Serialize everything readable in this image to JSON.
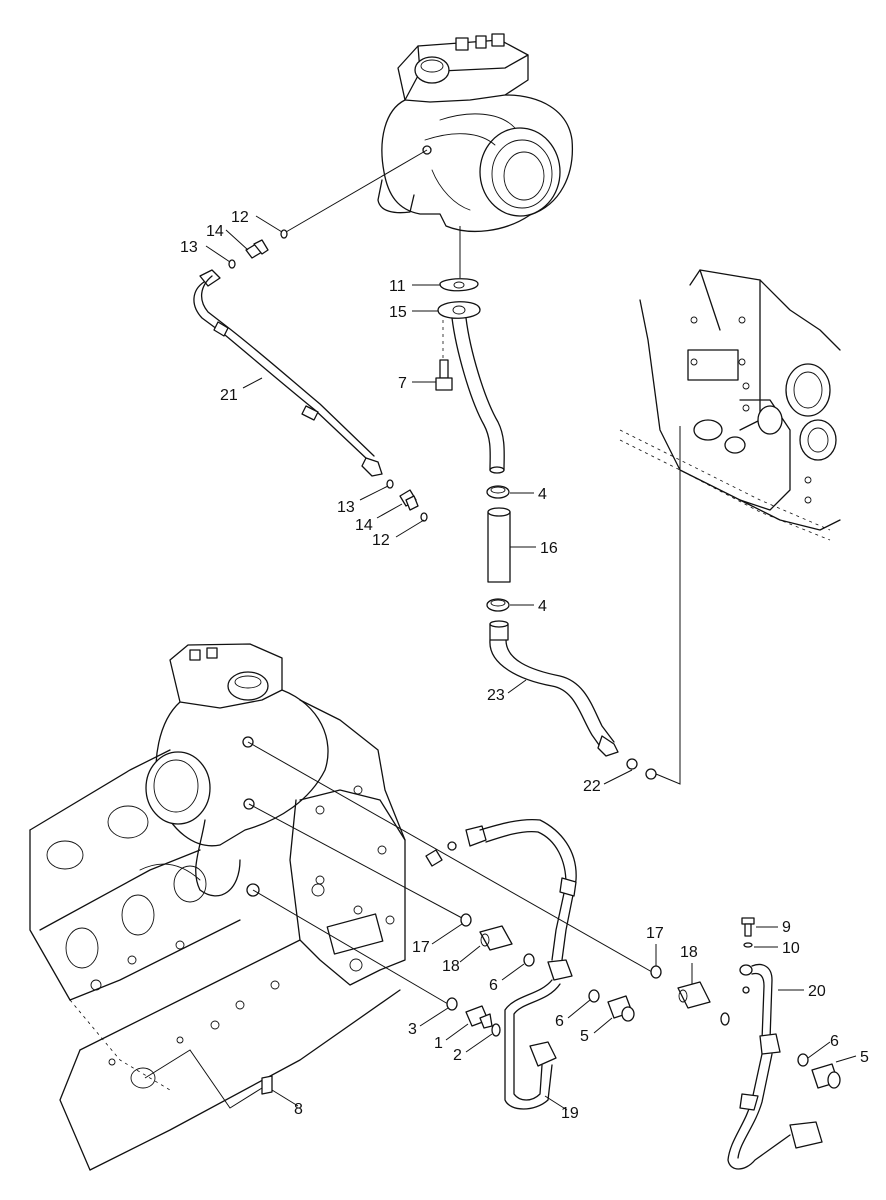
{
  "diagram": {
    "callouts": [
      {
        "id": "c1",
        "text": "1"
      },
      {
        "id": "c2",
        "text": "2"
      },
      {
        "id": "c3",
        "text": "3"
      },
      {
        "id": "c4a",
        "text": "4"
      },
      {
        "id": "c4b",
        "text": "4"
      },
      {
        "id": "c5a",
        "text": "5"
      },
      {
        "id": "c5b",
        "text": "5"
      },
      {
        "id": "c6a",
        "text": "6"
      },
      {
        "id": "c6b",
        "text": "6"
      },
      {
        "id": "c6c",
        "text": "6"
      },
      {
        "id": "c7",
        "text": "7"
      },
      {
        "id": "c8",
        "text": "8"
      },
      {
        "id": "c9",
        "text": "9"
      },
      {
        "id": "c10",
        "text": "10"
      },
      {
        "id": "c11",
        "text": "11"
      },
      {
        "id": "c12a",
        "text": "12"
      },
      {
        "id": "c12b",
        "text": "12"
      },
      {
        "id": "c13a",
        "text": "13"
      },
      {
        "id": "c13b",
        "text": "13"
      },
      {
        "id": "c14a",
        "text": "14"
      },
      {
        "id": "c14b",
        "text": "14"
      },
      {
        "id": "c15",
        "text": "15"
      },
      {
        "id": "c16",
        "text": "16"
      },
      {
        "id": "c17a",
        "text": "17"
      },
      {
        "id": "c17b",
        "text": "17"
      },
      {
        "id": "c18a",
        "text": "18"
      },
      {
        "id": "c18b",
        "text": "18"
      },
      {
        "id": "c19",
        "text": "19"
      },
      {
        "id": "c20",
        "text": "20"
      },
      {
        "id": "c21",
        "text": "21"
      },
      {
        "id": "c22",
        "text": "22"
      },
      {
        "id": "c23",
        "text": "23"
      }
    ]
  }
}
